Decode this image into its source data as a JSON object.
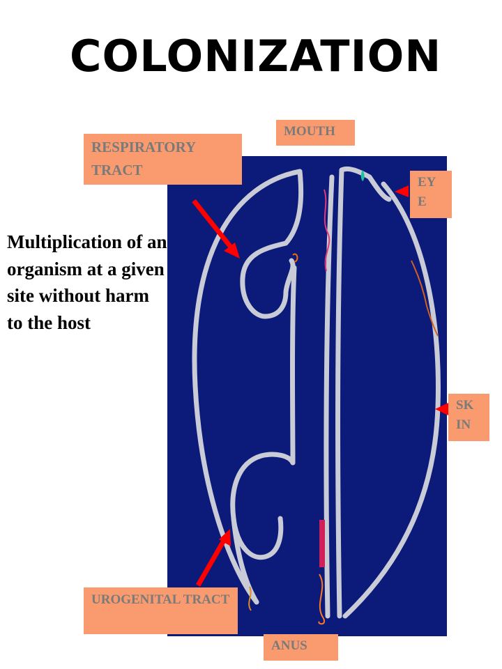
{
  "title": "COLONIZATION",
  "description": "Multiplication of an organism at a given site without harm to the host",
  "labels": {
    "mouth": "MOUTH",
    "respiratory": "RESPIRATORY TRACT",
    "eye": "EY E",
    "skin": "SK IN",
    "urogenital": "UROGENITAL TRACT",
    "anus": "ANUS"
  },
  "colors": {
    "panel_background": "#0c1a7a",
    "body_outline": "#c9ccd6",
    "label_background": "#f99b6e",
    "label_text": "#7a7a7a",
    "arrow": "#ff0000"
  }
}
